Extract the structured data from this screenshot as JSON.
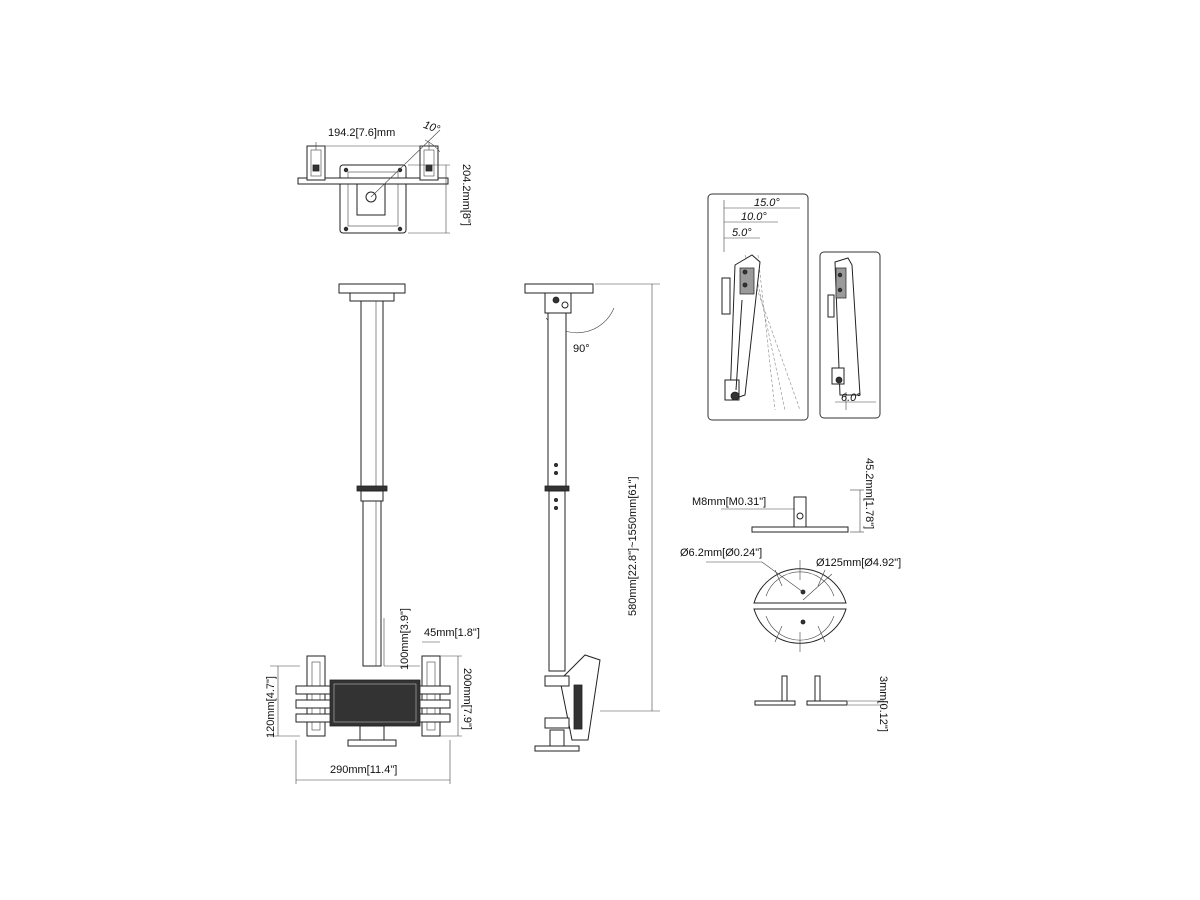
{
  "dimensions": {
    "top_width": "194.2[7.6]mm",
    "top_angle": "10°",
    "top_height": "204.2mm[8\"]",
    "rotation": "90°",
    "pole_length": "580mm[22.8\"]~1550mm[61\"]",
    "bracket_spacing": "100mm[3.9\"]",
    "bracket_width": "45mm[1.8\"]",
    "bracket_height": "200mm[7.9\"]",
    "rail_height": "120mm[4.7\"]",
    "overall_width": "290mm[11.4\"]",
    "tilt_15": "15.0°",
    "tilt_10": "10.0°",
    "tilt_5": "5.0°",
    "tilt_6": "6.0°",
    "bolt": "M8mm[M0.31\"]",
    "base_height": "45.2mm[1.78\"]",
    "hole_dia": "Ø6.2mm[Ø0.24\"]",
    "plate_dia": "Ø125mm[Ø4.92\"]",
    "thickness": "3mm[0.12\"]"
  }
}
